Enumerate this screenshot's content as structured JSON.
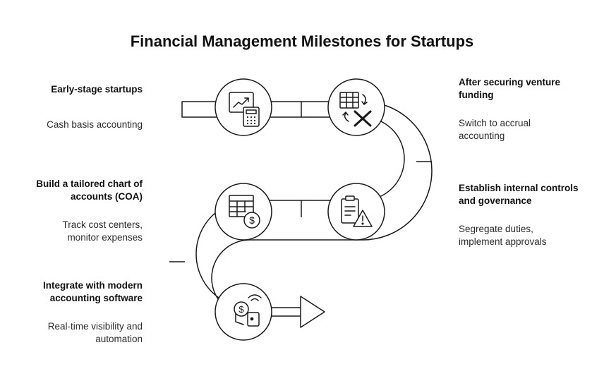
{
  "title": "Financial Management Milestones for Startups",
  "colors": {
    "stroke": "#1a1a1a",
    "fill": "#ffffff",
    "text": "#111111"
  },
  "steps": [
    {
      "heading": "Early-stage startups",
      "description": "Cash basis accounting",
      "icon": "chart-calculator-icon"
    },
    {
      "heading": "After securing venture funding",
      "description": "Switch to accrual accounting",
      "icon": "table-convert-icon"
    },
    {
      "heading": "Establish internal controls and governance",
      "description": "Segregate duties, implement approvals",
      "icon": "clipboard-warning-icon"
    },
    {
      "heading": "Build a tailored chart of accounts (COA)",
      "description": "Track cost centers, monitor expenses",
      "icon": "ledger-dollar-icon"
    },
    {
      "heading": "Integrate with modern accounting software",
      "description": "Real-time visibility and automation",
      "icon": "digital-payment-icon"
    }
  ]
}
